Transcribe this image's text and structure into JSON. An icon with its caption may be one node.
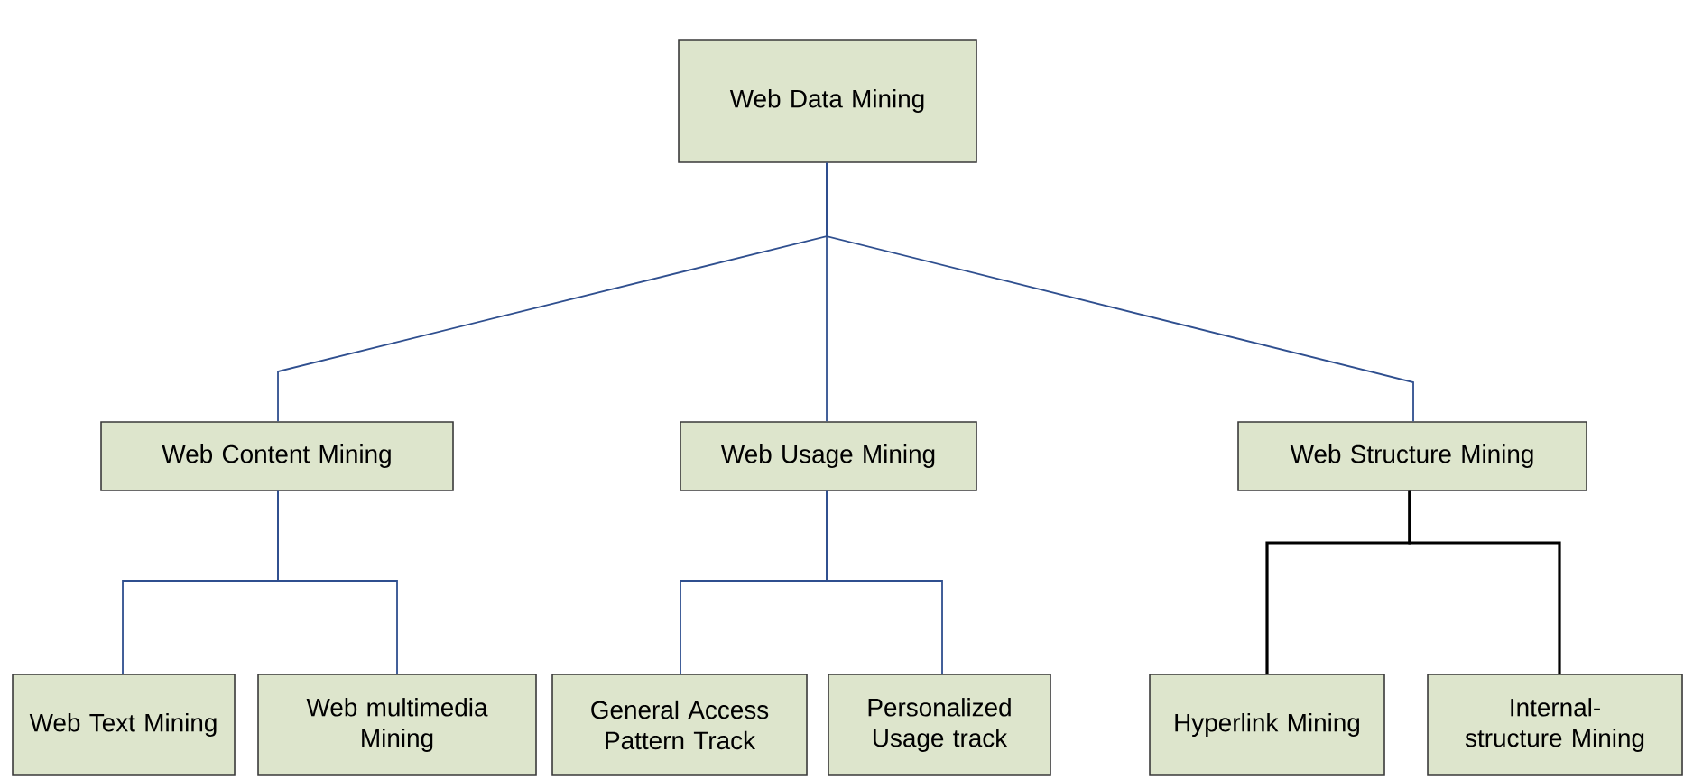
{
  "diagram": {
    "nodes": [
      {
        "text": [
          "Web Data Mining"
        ]
      },
      {
        "text": [
          "Web Content Mining"
        ]
      },
      {
        "text": [
          "Web Usage Mining"
        ]
      },
      {
        "text": [
          "Web Structure Mining"
        ]
      },
      {
        "text": [
          "Web Text Mining"
        ]
      },
      {
        "text": [
          "Web multimedia Mining"
        ]
      },
      {
        "text": [
          "General Access Pattern Track"
        ]
      },
      {
        "text": [
          "Personalized Usage track"
        ]
      },
      {
        "text": [
          "Hyperlink Mining"
        ]
      },
      {
        "text": [
          "Internal-structure Mining"
        ]
      }
    ],
    "edges": [
      {
        "from": 0,
        "to": 1,
        "arrow": "none"
      },
      {
        "from": 0,
        "to": 2,
        "arrow": "none"
      },
      {
        "from": 0,
        "to": 3,
        "arrow": "none"
      },
      {
        "from": 1,
        "to": 4,
        "arrow": "none"
      },
      {
        "from": 1,
        "to": 5,
        "arrow": "none"
      },
      {
        "from": 2,
        "to": 6,
        "arrow": "none"
      },
      {
        "from": 2,
        "to": 7,
        "arrow": "none"
      },
      {
        "from": 3,
        "to": 8,
        "arrow": "none",
        "color": "#000000"
      },
      {
        "from": 3,
        "to": 9,
        "arrow": "none",
        "color": "#000000"
      }
    ]
  }
}
